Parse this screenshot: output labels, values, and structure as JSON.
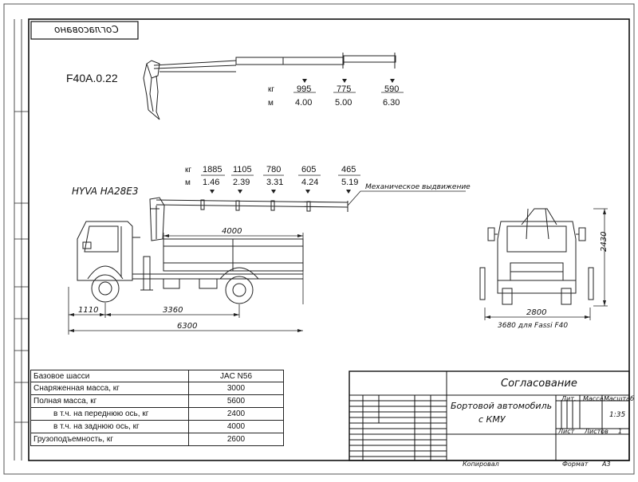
{
  "stamp_top": "Согласовано",
  "crane_model": "F40A.0.22",
  "crane_table": {
    "kg_label": "кг",
    "m_label": "м",
    "loads": [
      "995",
      "775",
      "590"
    ],
    "reaches": [
      "4.00",
      "5.00",
      "6.30"
    ]
  },
  "hyva_model": "HYVA HA28E3",
  "hyva_table": {
    "kg_label": "кг",
    "m_label": "м",
    "loads": [
      "1885",
      "1105",
      "780",
      "605",
      "465"
    ],
    "reaches": [
      "1.46",
      "2.39",
      "3.31",
      "4.24",
      "5.19"
    ]
  },
  "mech_extension": "Механическое выдвижение",
  "dims": {
    "body_length": "4000",
    "front_overhang": "1110",
    "wheelbase": "3360",
    "total_length": "6300",
    "width": "2800",
    "height": "2430",
    "outrigger_note": "3680 для Fassi F40"
  },
  "spec": {
    "header_label": "Базовое шасси",
    "header_value": "JAC N56",
    "rows": [
      {
        "label": "Снаряженная масса, кг",
        "value": "3000"
      },
      {
        "label": "Полная масса, кг",
        "value": "5600"
      },
      {
        "label": "в т.ч. на переднюю ось, кг",
        "value": "2400"
      },
      {
        "label": "в т.ч. на заднюю ось, кг",
        "value": "4000"
      },
      {
        "label": "Грузоподъемность, кг",
        "value": "2600"
      }
    ]
  },
  "title_block": {
    "agreement": "Согласование",
    "doc_title_1": "Бортовой автомобиль",
    "doc_title_2": "с КМУ",
    "lit": "Лит.",
    "mass": "Масса",
    "scale": "Масштаб",
    "scale_value": "1:35",
    "sheet": "Лист",
    "sheets": "Листов",
    "sheets_value": "1",
    "copied": "Копировал",
    "format": "Формат",
    "format_value": "А3"
  }
}
